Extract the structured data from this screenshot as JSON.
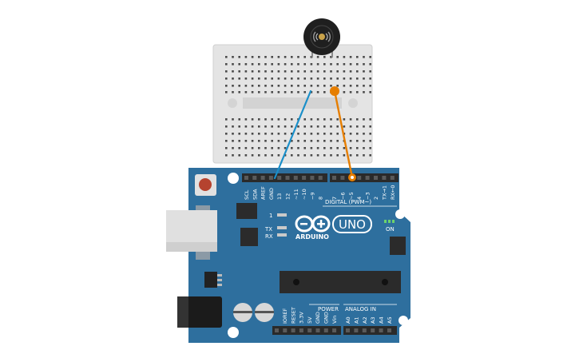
{
  "board": {
    "brand": "ARDUINO",
    "model": "UNO",
    "digital_header": "DIGITAL (PWM~)",
    "power_header": "POWER",
    "analog_header": "ANALOG IN",
    "on_label": "ON",
    "tx_label": "TX",
    "rx_label": "RX",
    "l_label": "1",
    "top_pins": [
      "SCL",
      "SDA",
      "AREF",
      "GND",
      "13",
      "12",
      "~11",
      "~10",
      "~9",
      "8",
      "7",
      "~6",
      "~5",
      "4",
      "~3",
      "2",
      "TX→1",
      "RX←0"
    ],
    "power_pins": [
      "IOREF",
      "RESET",
      "3.3V",
      "5V",
      "GND",
      "GND",
      "Vin"
    ],
    "analog_pins": [
      "A0",
      "A1",
      "A2",
      "A3",
      "A4",
      "A5"
    ]
  },
  "colors": {
    "board": "#2e6f9e",
    "wire_gnd": "#1a8fc9",
    "wire_signal": "#e67e00",
    "breadboard": "#e6e6e6",
    "header": "#2a2a2a",
    "chip": "#2b2b2b"
  },
  "components": {
    "buzzer": "piezo-buzzer-icon",
    "breadboard": "mini-breadboard",
    "wires": [
      "gnd-wire",
      "pin5-wire"
    ]
  }
}
